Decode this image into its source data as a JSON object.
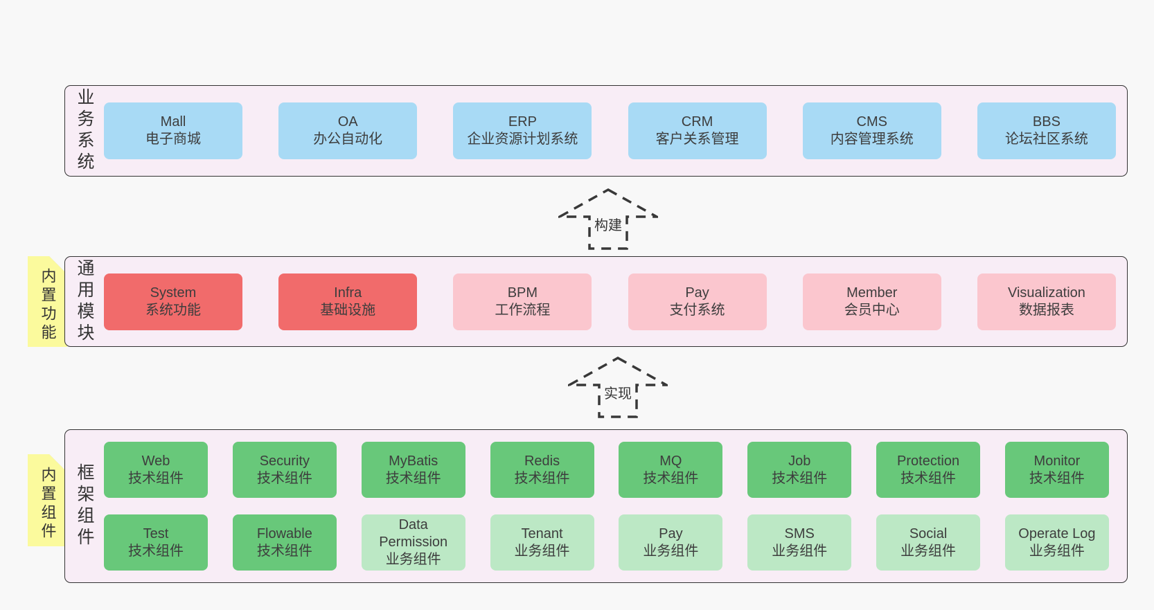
{
  "colors": {
    "page_bg": "#f8f8f8",
    "band_bg": "#f8edf6",
    "band_border": "#323232",
    "box_blue": "#a8daf5",
    "box_red": "#f16b6b",
    "box_pink": "#fbc6ce",
    "box_green": "#68c87a",
    "box_light_green": "#bce8c5",
    "sticky_yellow": "#fbfa9d",
    "sticky_fold": "#c8c8c8",
    "text": "#3d3d3d"
  },
  "arrows": [
    {
      "label": "构建"
    },
    {
      "label": "实现"
    }
  ],
  "layers": [
    {
      "name": "business-systems",
      "side_label": "业务系统",
      "rows": [
        [
          {
            "en": "Mall",
            "zh": "电子商城",
            "variant": "blue"
          },
          {
            "en": "OA",
            "zh": "办公自动化",
            "variant": "blue"
          },
          {
            "en": "ERP",
            "zh": "企业资源计划系统",
            "variant": "blue"
          },
          {
            "en": "CRM",
            "zh": "客户关系管理",
            "variant": "blue"
          },
          {
            "en": "CMS",
            "zh": "内容管理系统",
            "variant": "blue"
          },
          {
            "en": "BBS",
            "zh": "论坛社区系统",
            "variant": "blue"
          }
        ]
      ]
    },
    {
      "name": "common-modules",
      "side_label": "通用模块",
      "sticky": "内置功能",
      "rows": [
        [
          {
            "en": "System",
            "zh": "系统功能",
            "variant": "red"
          },
          {
            "en": "Infra",
            "zh": "基础设施",
            "variant": "red"
          },
          {
            "en": "BPM",
            "zh": "工作流程",
            "variant": "pink"
          },
          {
            "en": "Pay",
            "zh": "支付系统",
            "variant": "pink"
          },
          {
            "en": "Member",
            "zh": "会员中心",
            "variant": "pink"
          },
          {
            "en": "Visualization",
            "zh": "数据报表",
            "variant": "pink"
          }
        ]
      ]
    },
    {
      "name": "framework-components",
      "side_label": "框架组件",
      "sticky": "内置组件",
      "rows": [
        [
          {
            "en": "Web",
            "zh": "技术组件",
            "variant": "green"
          },
          {
            "en": "Security",
            "zh": "技术组件",
            "variant": "green"
          },
          {
            "en": "MyBatis",
            "zh": "技术组件",
            "variant": "green"
          },
          {
            "en": "Redis",
            "zh": "技术组件",
            "variant": "green"
          },
          {
            "en": "MQ",
            "zh": "技术组件",
            "variant": "green"
          },
          {
            "en": "Job",
            "zh": "技术组件",
            "variant": "green"
          },
          {
            "en": "Protection",
            "zh": "技术组件",
            "variant": "green"
          },
          {
            "en": "Monitor",
            "zh": "技术组件",
            "variant": "green"
          }
        ],
        [
          {
            "en": "Test",
            "zh": "技术组件",
            "variant": "green"
          },
          {
            "en": "Flowable",
            "zh": "技术组件",
            "variant": "green"
          },
          {
            "en": "Data Permission",
            "zh": "业务组件",
            "variant": "lightgreen"
          },
          {
            "en": "Tenant",
            "zh": "业务组件",
            "variant": "lightgreen"
          },
          {
            "en": "Pay",
            "zh": "业务组件",
            "variant": "lightgreen"
          },
          {
            "en": "SMS",
            "zh": "业务组件",
            "variant": "lightgreen"
          },
          {
            "en": "Social",
            "zh": "业务组件",
            "variant": "lightgreen"
          },
          {
            "en": "Operate Log",
            "zh": "业务组件",
            "variant": "lightgreen"
          }
        ]
      ]
    }
  ]
}
